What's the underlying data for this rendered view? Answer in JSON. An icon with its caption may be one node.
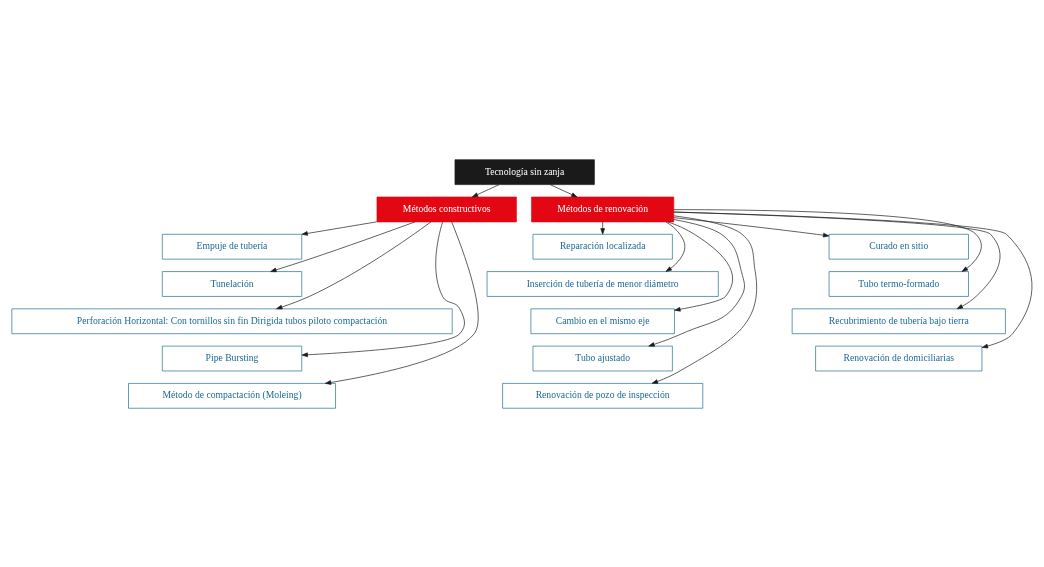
{
  "diagram": {
    "nodes": [
      {
        "text": [
          "Tecnología sin zanja"
        ]
      },
      {
        "text": [
          "Métodos constructivos"
        ]
      },
      {
        "text": [
          "Métodos de renovación"
        ]
      },
      {
        "text": [
          "Empuje de tubería"
        ]
      },
      {
        "text": [
          "Tunelación"
        ]
      },
      {
        "text": [
          "Perforación Horizontal: Con tornillos sin fin Dirigida tubos piloto compactación"
        ]
      },
      {
        "text": [
          "Pipe Bursting"
        ]
      },
      {
        "text": [
          "Método de compactación (Moleing)"
        ]
      },
      {
        "text": [
          "Reparación localizada"
        ]
      },
      {
        "text": [
          "Inserción de tubería de menor diámetro"
        ]
      },
      {
        "text": [
          "Cambio en el mismo eje"
        ]
      },
      {
        "text": [
          "Tubo ajustado"
        ]
      },
      {
        "text": [
          "Renovación de pozo de inspección"
        ]
      },
      {
        "text": [
          "Curado en sitio"
        ]
      },
      {
        "text": [
          "Tubo termo-formado"
        ]
      },
      {
        "text": [
          "Recubrimiento de tubería bajo tierra"
        ]
      },
      {
        "text": [
          "Renovación de domiciliarias"
        ]
      }
    ],
    "edges": [
      {
        "from": 0,
        "to": 1,
        "arrow": "to"
      },
      {
        "from": 0,
        "to": 2,
        "arrow": "to"
      },
      {
        "from": 1,
        "to": 3,
        "arrow": "to"
      },
      {
        "from": 1,
        "to": 4,
        "arrow": "to"
      },
      {
        "from": 1,
        "to": 5,
        "arrow": "to"
      },
      {
        "from": 1,
        "to": 6,
        "arrow": "to"
      },
      {
        "from": 1,
        "to": 7,
        "arrow": "to"
      },
      {
        "from": 2,
        "to": 8,
        "arrow": "to"
      },
      {
        "from": 2,
        "to": 9,
        "arrow": "to"
      },
      {
        "from": 2,
        "to": 10,
        "arrow": "to"
      },
      {
        "from": 2,
        "to": 11,
        "arrow": "to"
      },
      {
        "from": 2,
        "to": 12,
        "arrow": "to"
      },
      {
        "from": 2,
        "to": 13,
        "arrow": "to"
      },
      {
        "from": 2,
        "to": 14,
        "arrow": "to"
      },
      {
        "from": 2,
        "to": 15,
        "arrow": "to"
      },
      {
        "from": 2,
        "to": 16,
        "arrow": "to"
      }
    ]
  }
}
